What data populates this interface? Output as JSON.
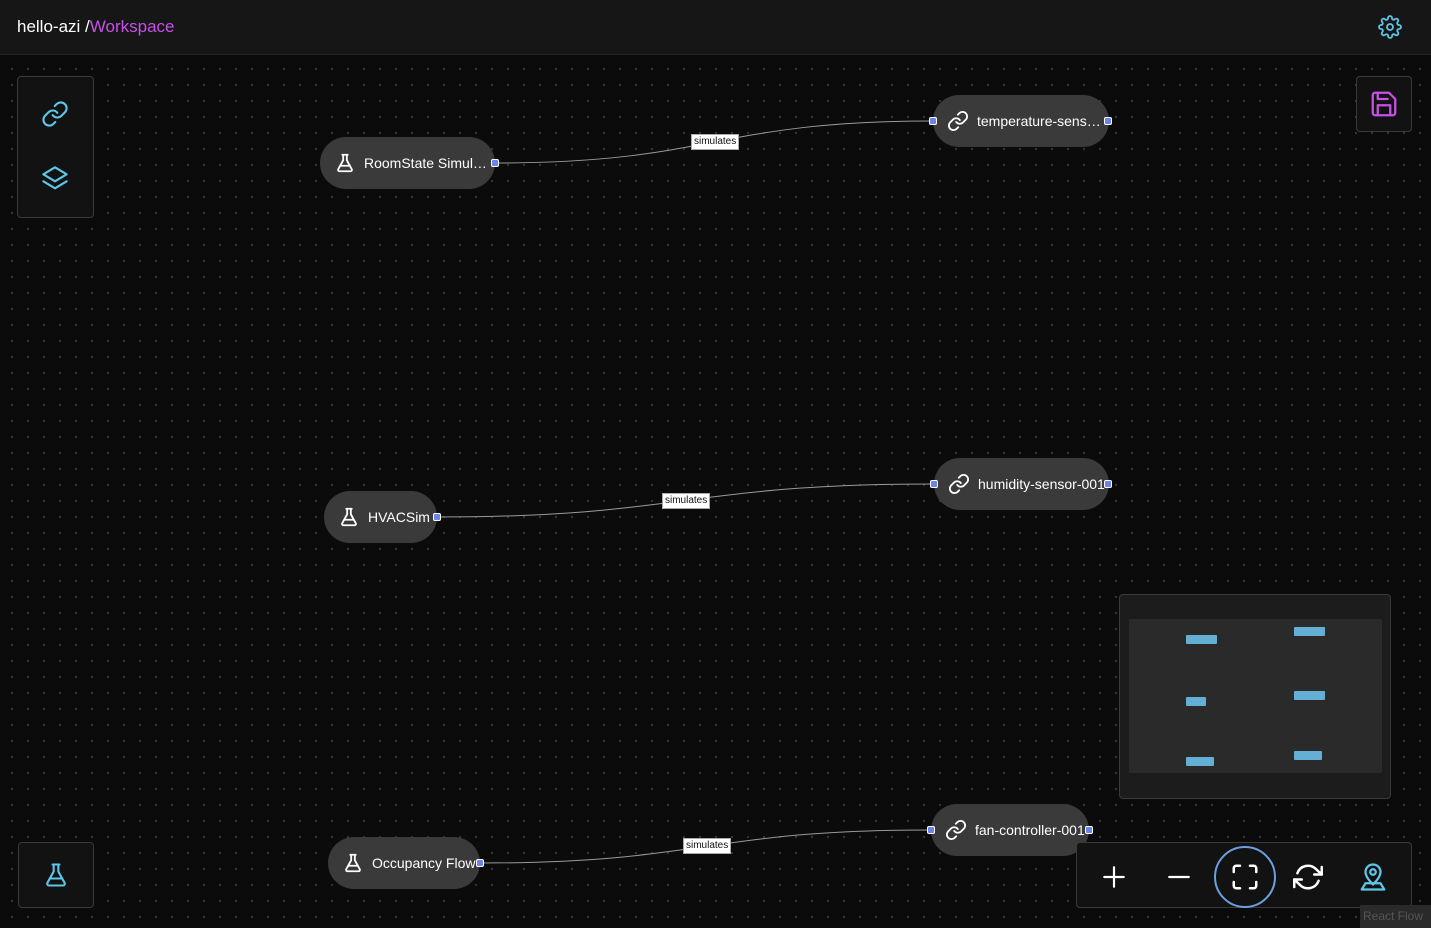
{
  "header": {
    "user": "hello-azi",
    "separator": " /",
    "workspace": "Workspace",
    "settings_icon": "gear-icon"
  },
  "left_toolbar": {
    "items": [
      {
        "icon": "link-icon"
      },
      {
        "icon": "layers-icon"
      }
    ]
  },
  "simulation_button": {
    "icon": "flask-icon"
  },
  "save_button": {
    "icon": "save-icon"
  },
  "nodes": {
    "roomstate": {
      "label": "RoomState Simul…",
      "icon": "flask-icon"
    },
    "hvacsim": {
      "label": "HVACSim",
      "icon": "flask-icon"
    },
    "occupancy": {
      "label": "Occupancy Flow",
      "icon": "flask-icon"
    },
    "temperature": {
      "label": "temperature-sens…",
      "icon": "link-icon"
    },
    "humidity": {
      "label": "humidity-sensor-001",
      "icon": "link-icon"
    },
    "fan": {
      "label": "fan-controller-001",
      "icon": "link-icon"
    }
  },
  "edges": [
    {
      "label": "simulates"
    },
    {
      "label": "simulates"
    },
    {
      "label": "simulates"
    }
  ],
  "controls": {
    "zoom_in": "plus-icon",
    "zoom_out": "minus-icon",
    "fit_view": "fit-view-icon",
    "refresh": "refresh-icon",
    "locate": "map-pin-icon"
  },
  "attribution": "React Flow",
  "colors": {
    "accent_purple": "#c751e6",
    "accent_cyan": "#5ec6e8",
    "handle": "#6c83e8",
    "minimap_node": "#63b0d4"
  }
}
